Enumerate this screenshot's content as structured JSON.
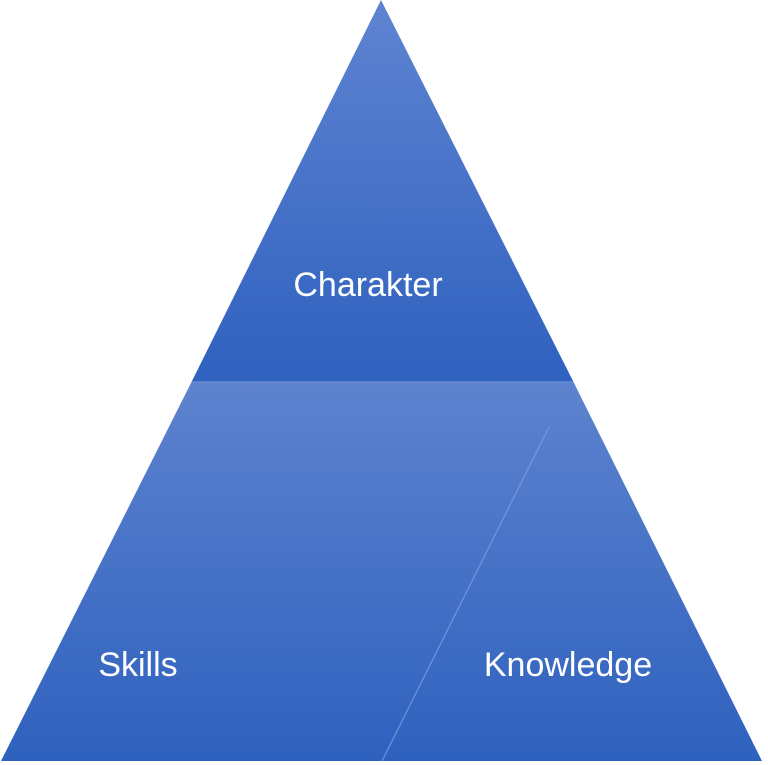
{
  "diagram": {
    "sections": [
      {
        "id": "top",
        "label": "Charakter"
      },
      {
        "id": "bottom-left",
        "label": "Skills"
      },
      {
        "id": "bottom-right",
        "label": "Knowledge"
      }
    ]
  },
  "colors": {
    "fill_light": "#5c82cf",
    "fill_dark": "#2f62be",
    "divider": "#6f94dc",
    "label": "#ffffff"
  }
}
